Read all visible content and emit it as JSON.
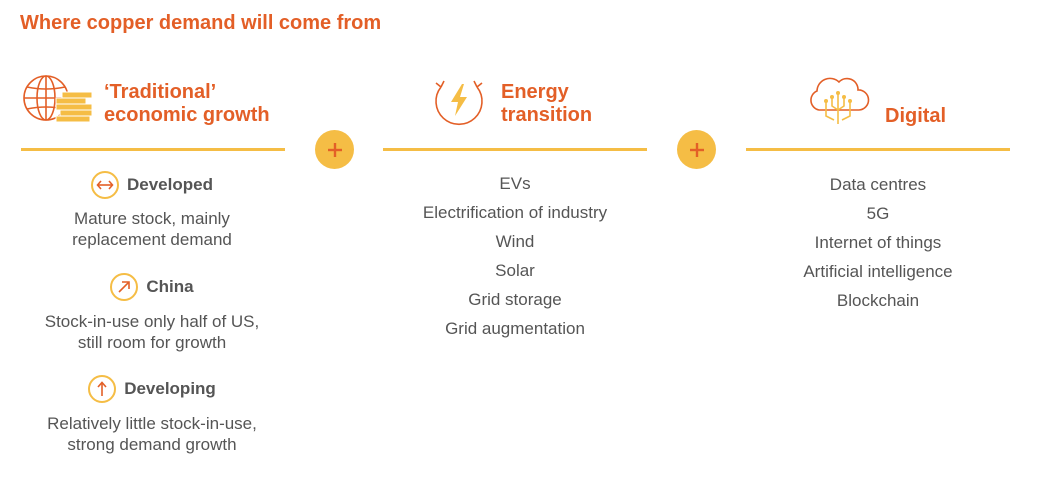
{
  "title": "Where copper demand will come from",
  "columns": [
    {
      "heading_line1": "‘Traditional’",
      "heading_line2": "economic growth",
      "icon": "globe-coins-icon",
      "segments": [
        {
          "label": "Developed",
          "icon": "left-right-arrow-icon",
          "desc_line1": "Mature stock, mainly",
          "desc_line2": "replacement demand"
        },
        {
          "label": "China",
          "icon": "diagonal-up-arrow-icon",
          "desc_line1": "Stock-in-use only half of US,",
          "desc_line2": "still room for growth"
        },
        {
          "label": "Developing",
          "icon": "up-arrow-icon",
          "desc_line1": "Relatively little stock-in-use,",
          "desc_line2": "strong demand growth"
        }
      ]
    },
    {
      "heading_line1": "Energy",
      "heading_line2": "transition",
      "icon": "lightning-bolt-icon",
      "items": [
        "EVs",
        "Electrification of industry",
        "Wind",
        "Solar",
        "Grid storage",
        "Grid augmentation"
      ]
    },
    {
      "heading_line1": "Digital",
      "icon": "cloud-circuit-icon",
      "items": [
        "Data centres",
        "5G",
        "Internet of things",
        "Artificial intelligence",
        "Blockchain"
      ]
    }
  ],
  "colors": {
    "accent": "#e35f27",
    "gold": "#f5bd45",
    "text": "#555555"
  }
}
